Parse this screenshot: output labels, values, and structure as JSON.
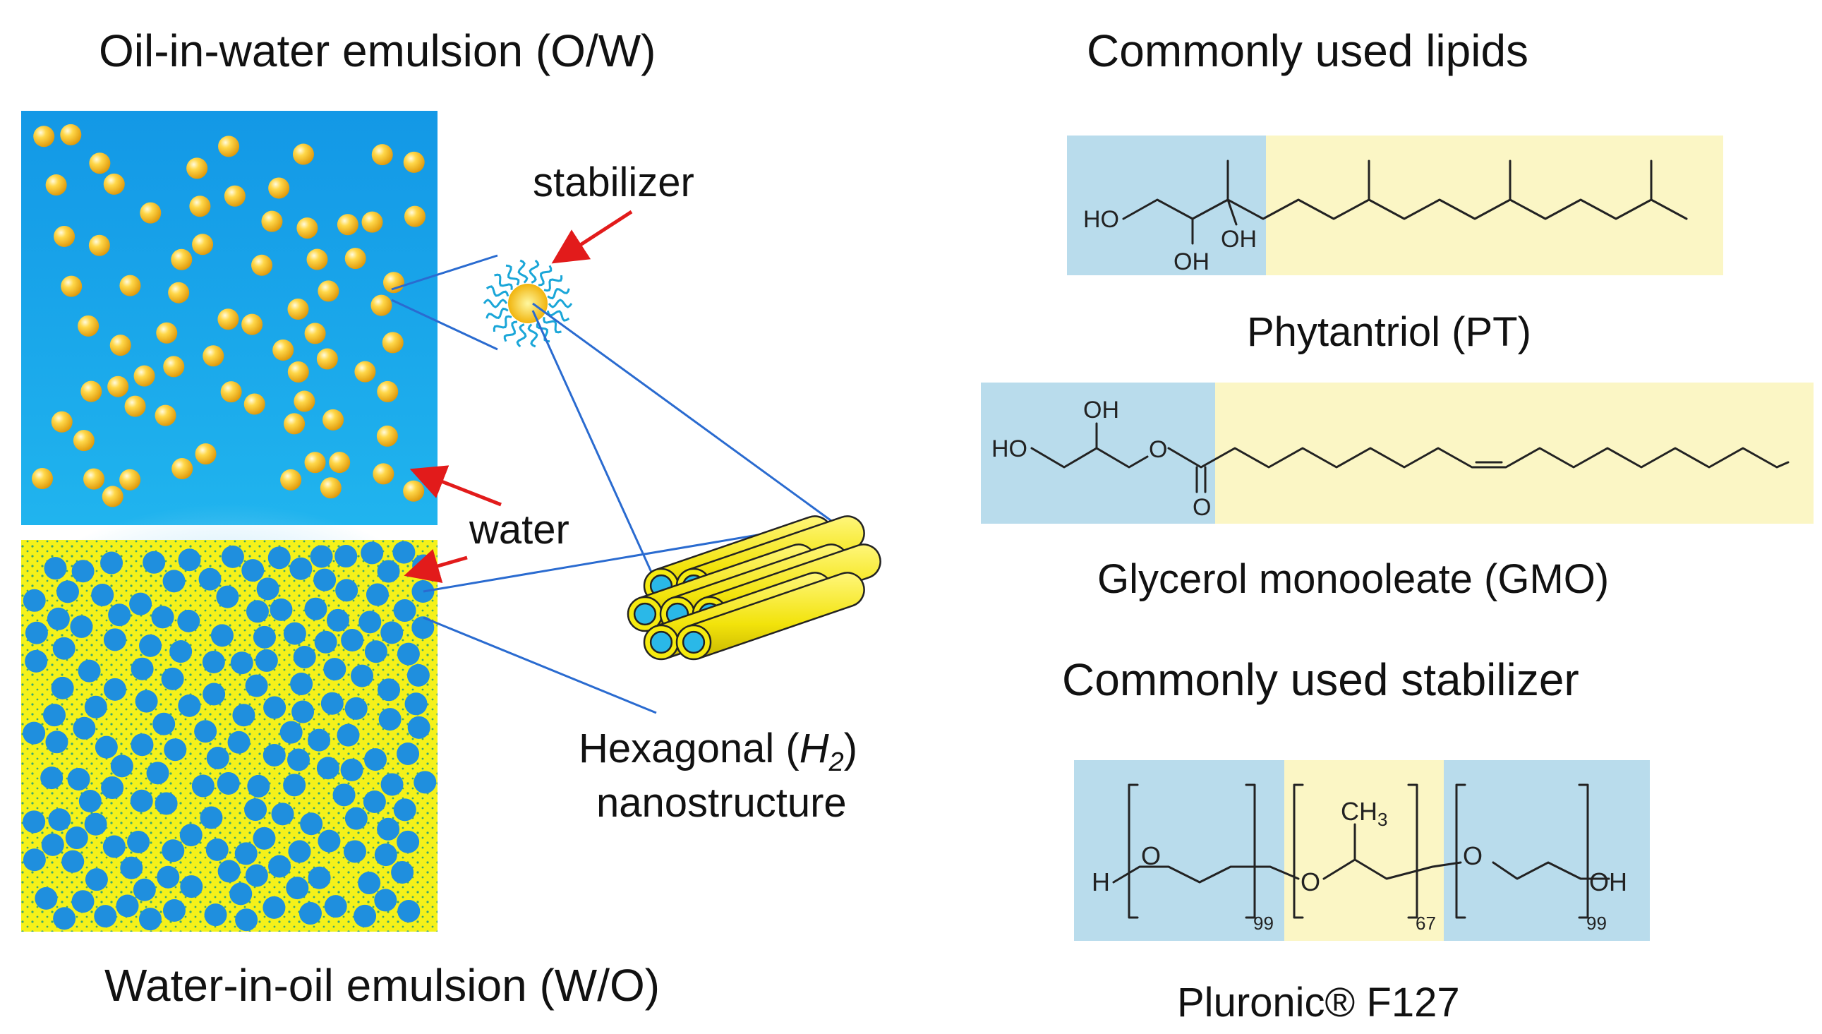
{
  "titles": {
    "ow": "Oil-in-water emulsion (O/W)",
    "wo": "Water-in-oil emulsion (W/O)",
    "lipids": "Commonly used lipids",
    "stabilizer": "Commonly used stabilizer"
  },
  "labels": {
    "stabilizer": "stabilizer",
    "water": "water",
    "hexagonal_pre": "Hexagonal (",
    "hexagonal_h": "H",
    "hexagonal_sub": "2",
    "hexagonal_post": ")",
    "nanostructure": "nanostructure"
  },
  "molecules": {
    "phytantriol": {
      "name": "Phytantriol (PT)",
      "atoms": {
        "ho": "HO",
        "oh_a": "OH",
        "oh_b": "OH"
      }
    },
    "gmo": {
      "name": "Glycerol monooleate (GMO)",
      "atoms": {
        "ho": "HO",
        "oh": "OH",
        "o_ester": "O",
        "o_carbonyl": "O"
      }
    },
    "pluronic": {
      "name": "Pluronic® F127",
      "atoms": {
        "h": "H",
        "o1": "O",
        "ch3": "CH",
        "ch3_sub": "3",
        "o2": "O",
        "o3": "O",
        "oh": "OH"
      },
      "subscripts": {
        "peo1": "99",
        "ppo": "67",
        "peo2": "99"
      }
    }
  },
  "colors": {
    "water_blue": "#1ea7ea",
    "oil_yellow": "#f5f11a",
    "droplet_blue": "#1f8fde",
    "gold": "#f0b81a",
    "hydrophilic_region": "#b9dcec",
    "hydrophobic_region": "#fbf6c5",
    "arrow_red": "#e21b1b",
    "leader_blue": "#2a6bd0"
  }
}
